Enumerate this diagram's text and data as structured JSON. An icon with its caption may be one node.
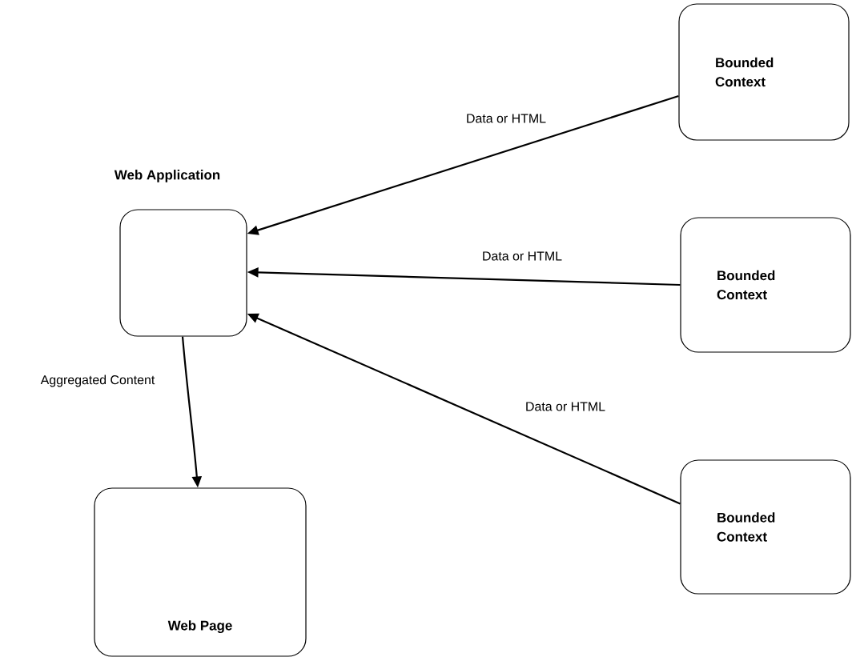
{
  "diagram": {
    "nodes": [
      {
        "text": [
          "Web Application"
        ]
      },
      {
        "text": [
          "Bounded Context"
        ]
      },
      {
        "text": [
          "Bounded Context"
        ]
      },
      {
        "text": [
          "Bounded Context"
        ]
      },
      {
        "text": [
          "Web Page"
        ]
      }
    ],
    "edges": [
      {
        "from": 1,
        "to": 0,
        "arrow": "to",
        "label": "Data or HTML"
      },
      {
        "from": 2,
        "to": 0,
        "arrow": "to",
        "label": "Data or HTML"
      },
      {
        "from": 3,
        "to": 0,
        "arrow": "to",
        "label": "Data or HTML"
      },
      {
        "from": 0,
        "to": 4,
        "arrow": "to",
        "label": "Aggregated Content"
      }
    ]
  }
}
